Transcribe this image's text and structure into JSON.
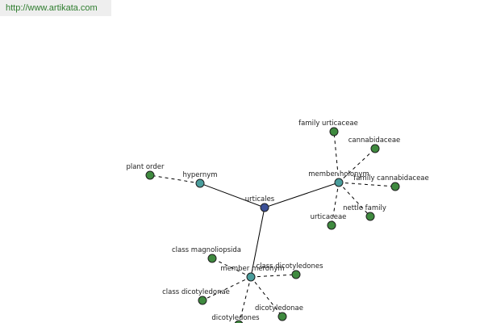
{
  "source_link": "http://www.artikata.com",
  "colors": {
    "root_node": "#3b4f96",
    "relation_node": "#4a9d9c",
    "leaf_node": "#3f8a3f"
  },
  "graph": {
    "root": {
      "id": "urticales",
      "label": "urticales"
    },
    "relations": [
      {
        "id": "hypernym",
        "label": "hypernym"
      },
      {
        "id": "member-holonym",
        "label": "member holonym"
      },
      {
        "id": "member-meronym",
        "label": "member meronym"
      }
    ],
    "leaves": [
      {
        "id": "plant-order",
        "label": "plant order",
        "parent": "hypernym"
      },
      {
        "id": "family-urticaceae",
        "label": "family urticaceae",
        "parent": "member-holonym"
      },
      {
        "id": "cannabidaceae",
        "label": "cannabidaceae",
        "parent": "member-holonym"
      },
      {
        "id": "family-cannabidaceae",
        "label": "family cannabidaceae",
        "parent": "member-holonym"
      },
      {
        "id": "nettle-family",
        "label": "nettle family",
        "parent": "member-holonym"
      },
      {
        "id": "urticaceae",
        "label": "urticaceae",
        "parent": "member-holonym"
      },
      {
        "id": "class-magnoliopsida",
        "label": "class magnoliopsida",
        "parent": "member-meronym"
      },
      {
        "id": "class-dicotyledones",
        "label": "class dicotyledones",
        "parent": "member-meronym"
      },
      {
        "id": "class-dicotyledonae",
        "label": "class dicotyledonae",
        "parent": "member-meronym"
      },
      {
        "id": "dicotyledonae",
        "label": "dicotyledonae",
        "parent": "member-meronym"
      },
      {
        "id": "dicotyledones",
        "label": "dicotyledones",
        "parent": "member-meronym"
      }
    ]
  }
}
